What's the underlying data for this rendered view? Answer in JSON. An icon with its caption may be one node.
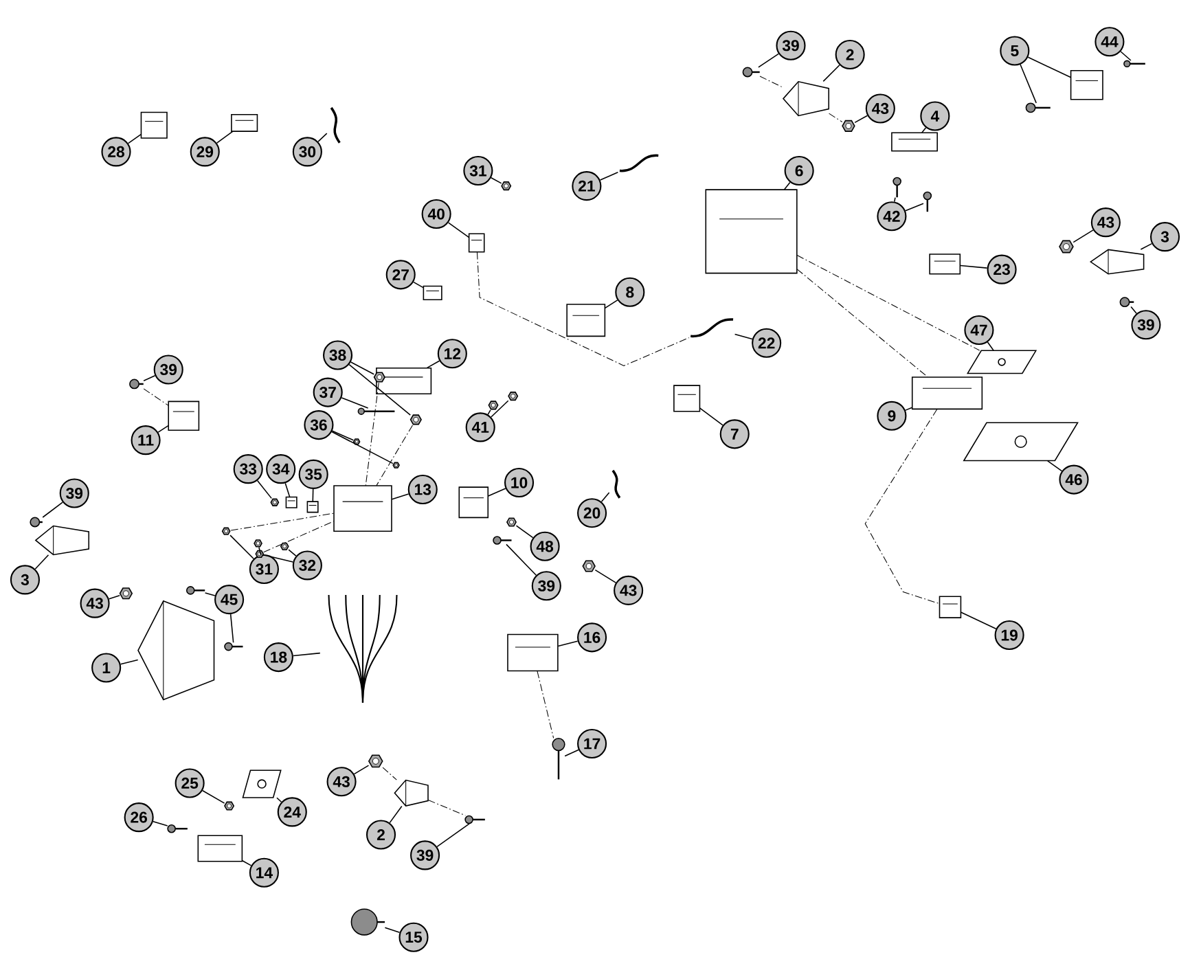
{
  "diagram": {
    "nodes": [
      {
        "text": [
          "39"
        ]
      },
      {
        "text": [],
        "shape": "picture"
      },
      {
        "text": [
          "2"
        ]
      },
      {
        "text": [],
        "shape": "picture"
      },
      {
        "text": [
          "5"
        ]
      },
      {
        "text": [],
        "shape": "picture"
      },
      {
        "text": [],
        "shape": "picture"
      },
      {
        "text": [
          "44"
        ]
      },
      {
        "text": [],
        "shape": "picture"
      },
      {
        "text": [
          "43"
        ]
      },
      {
        "text": [],
        "shape": "picture"
      },
      {
        "text": [
          "4"
        ]
      },
      {
        "text": [],
        "shape": "picture"
      },
      {
        "text": [
          "28"
        ]
      },
      {
        "text": [],
        "shape": "picture"
      },
      {
        "text": [
          "29"
        ]
      },
      {
        "text": [],
        "shape": "picture"
      },
      {
        "text": [
          "30"
        ]
      },
      {
        "text": [],
        "shape": "picture"
      },
      {
        "text": [
          "31"
        ]
      },
      {
        "text": [],
        "shape": "picture"
      },
      {
        "text": [
          "21"
        ]
      },
      {
        "text": [],
        "shape": "picture"
      },
      {
        "text": [
          "6"
        ]
      },
      {
        "text": [],
        "shape": "picture"
      },
      {
        "text": [
          "42"
        ]
      },
      {
        "text": [],
        "shape": "picture"
      },
      {
        "text": [],
        "shape": "picture"
      },
      {
        "text": [
          "43"
        ]
      },
      {
        "text": [],
        "shape": "picture"
      },
      {
        "text": [
          "3"
        ]
      },
      {
        "text": [],
        "shape": "picture"
      },
      {
        "text": [
          "40"
        ]
      },
      {
        "text": [],
        "shape": "picture"
      },
      {
        "text": [
          "23"
        ]
      },
      {
        "text": [],
        "shape": "picture"
      },
      {
        "text": [
          "27"
        ]
      },
      {
        "text": [],
        "shape": "picture"
      },
      {
        "text": [
          "8"
        ]
      },
      {
        "text": [],
        "shape": "picture"
      },
      {
        "text": [
          "39"
        ]
      },
      {
        "text": [],
        "shape": "picture"
      },
      {
        "text": [
          "47"
        ]
      },
      {
        "text": [],
        "shape": "picture"
      },
      {
        "text": [
          "22"
        ]
      },
      {
        "text": [],
        "shape": "picture"
      },
      {
        "text": [
          "12"
        ]
      },
      {
        "text": [],
        "shape": "picture"
      },
      {
        "text": [
          "38"
        ]
      },
      {
        "text": [],
        "shape": "picture"
      },
      {
        "text": [],
        "shape": "picture"
      },
      {
        "text": [
          "39"
        ]
      },
      {
        "text": [],
        "shape": "picture"
      },
      {
        "text": [
          "37"
        ]
      },
      {
        "text": [],
        "shape": "picture"
      },
      {
        "text": [
          "9"
        ]
      },
      {
        "text": [],
        "shape": "picture"
      },
      {
        "text": [
          "36"
        ]
      },
      {
        "text": [],
        "shape": "picture"
      },
      {
        "text": [],
        "shape": "picture"
      },
      {
        "text": [
          "41"
        ]
      },
      {
        "text": [],
        "shape": "picture"
      },
      {
        "text": [],
        "shape": "picture"
      },
      {
        "text": [
          "7"
        ]
      },
      {
        "text": [],
        "shape": "picture"
      },
      {
        "text": [
          "11"
        ]
      },
      {
        "text": [],
        "shape": "picture"
      },
      {
        "text": [
          "33"
        ]
      },
      {
        "text": [],
        "shape": "picture"
      },
      {
        "text": [
          "34"
        ]
      },
      {
        "text": [],
        "shape": "picture"
      },
      {
        "text": [
          "35"
        ]
      },
      {
        "text": [],
        "shape": "picture"
      },
      {
        "text": [
          "46"
        ]
      },
      {
        "text": [],
        "shape": "picture"
      },
      {
        "text": [
          "10"
        ]
      },
      {
        "text": [],
        "shape": "picture"
      },
      {
        "text": [
          "13"
        ]
      },
      {
        "text": [],
        "shape": "picture"
      },
      {
        "text": [
          "39"
        ]
      },
      {
        "text": [],
        "shape": "picture"
      },
      {
        "text": [
          "20"
        ]
      },
      {
        "text": [],
        "shape": "picture"
      },
      {
        "text": [
          "48"
        ]
      },
      {
        "text": [],
        "shape": "picture"
      },
      {
        "text": [
          "31"
        ]
      },
      {
        "text": [],
        "shape": "picture"
      },
      {
        "text": [],
        "shape": "picture"
      },
      {
        "text": [
          "32"
        ]
      },
      {
        "text": [],
        "shape": "picture"
      },
      {
        "text": [],
        "shape": "picture"
      },
      {
        "text": [
          "3"
        ]
      },
      {
        "text": [],
        "shape": "picture"
      },
      {
        "text": [
          "39"
        ]
      },
      {
        "text": [],
        "shape": "picture"
      },
      {
        "text": [
          "43"
        ]
      },
      {
        "text": [],
        "shape": "picture"
      },
      {
        "text": [
          "43"
        ]
      },
      {
        "text": [],
        "shape": "picture"
      },
      {
        "text": [
          "45"
        ]
      },
      {
        "text": [],
        "shape": "picture"
      },
      {
        "text": [],
        "shape": "picture"
      },
      {
        "text": [
          "19"
        ]
      },
      {
        "text": [],
        "shape": "picture"
      },
      {
        "text": [
          "16"
        ]
      },
      {
        "text": [],
        "shape": "picture"
      },
      {
        "text": [
          "18"
        ]
      },
      {
        "text": [],
        "shape": "picture"
      },
      {
        "text": [
          "1"
        ]
      },
      {
        "text": [],
        "shape": "picture"
      },
      {
        "text": [
          "17"
        ]
      },
      {
        "text": [],
        "shape": "picture"
      },
      {
        "text": [
          "43"
        ]
      },
      {
        "text": [],
        "shape": "picture"
      },
      {
        "text": [
          "25"
        ]
      },
      {
        "text": [],
        "shape": "picture"
      },
      {
        "text": [
          "24"
        ]
      },
      {
        "text": [],
        "shape": "picture"
      },
      {
        "text": [
          "26"
        ]
      },
      {
        "text": [],
        "shape": "picture"
      },
      {
        "text": [
          "2"
        ]
      },
      {
        "text": [],
        "shape": "picture"
      },
      {
        "text": [
          "39"
        ]
      },
      {
        "text": [],
        "shape": "picture"
      },
      {
        "text": [
          "14"
        ]
      },
      {
        "text": [],
        "shape": "picture"
      },
      {
        "text": [
          "15"
        ]
      },
      {
        "text": [],
        "shape": "picture"
      }
    ],
    "edges": [
      {
        "from": 0,
        "to": 1,
        "arrow": "none"
      },
      {
        "from": 2,
        "to": 3,
        "arrow": "none"
      },
      {
        "from": 4,
        "to": 5,
        "arrow": "none"
      },
      {
        "from": 4,
        "to": 6,
        "arrow": "none"
      },
      {
        "from": 7,
        "to": 8,
        "arrow": "none"
      },
      {
        "from": 9,
        "to": 10,
        "arrow": "none"
      },
      {
        "from": 11,
        "to": 12,
        "arrow": "none"
      },
      {
        "from": 13,
        "to": 14,
        "arrow": "none"
      },
      {
        "from": 15,
        "to": 16,
        "arrow": "none"
      },
      {
        "from": 17,
        "to": 18,
        "arrow": "none"
      },
      {
        "from": 19,
        "to": 20,
        "arrow": "none"
      },
      {
        "from": 21,
        "to": 22,
        "arrow": "none"
      },
      {
        "from": 23,
        "to": 24,
        "arrow": "none"
      },
      {
        "from": 25,
        "to": 26,
        "arrow": "none"
      },
      {
        "from": 25,
        "to": 27,
        "arrow": "none"
      },
      {
        "from": 28,
        "to": 29,
        "arrow": "none"
      },
      {
        "from": 30,
        "to": 31,
        "arrow": "none"
      },
      {
        "from": 32,
        "to": 33,
        "arrow": "none"
      },
      {
        "from": 34,
        "to": 35,
        "arrow": "none"
      },
      {
        "from": 36,
        "to": 37,
        "arrow": "none"
      },
      {
        "from": 38,
        "to": 39,
        "arrow": "none"
      },
      {
        "from": 40,
        "to": 41,
        "arrow": "none"
      },
      {
        "from": 42,
        "to": 43,
        "arrow": "none"
      },
      {
        "from": 44,
        "to": 45,
        "arrow": "none"
      },
      {
        "from": 46,
        "to": 47,
        "arrow": "none"
      },
      {
        "from": 48,
        "to": 49,
        "arrow": "none"
      },
      {
        "from": 48,
        "to": 50,
        "arrow": "none"
      },
      {
        "from": 51,
        "to": 52,
        "arrow": "none"
      },
      {
        "from": 53,
        "to": 54,
        "arrow": "none"
      },
      {
        "from": 55,
        "to": 56,
        "arrow": "none"
      },
      {
        "from": 57,
        "to": 58,
        "arrow": "none"
      },
      {
        "from": 57,
        "to": 59,
        "arrow": "none"
      },
      {
        "from": 60,
        "to": 61,
        "arrow": "none"
      },
      {
        "from": 60,
        "to": 62,
        "arrow": "none"
      },
      {
        "from": 63,
        "to": 64,
        "arrow": "none"
      },
      {
        "from": 65,
        "to": 66,
        "arrow": "none"
      },
      {
        "from": 67,
        "to": 68,
        "arrow": "none"
      },
      {
        "from": 69,
        "to": 70,
        "arrow": "none"
      },
      {
        "from": 71,
        "to": 72,
        "arrow": "none"
      },
      {
        "from": 73,
        "to": 74,
        "arrow": "none"
      },
      {
        "from": 75,
        "to": 76,
        "arrow": "none"
      },
      {
        "from": 77,
        "to": 78,
        "arrow": "none"
      },
      {
        "from": 79,
        "to": 80,
        "arrow": "none"
      },
      {
        "from": 81,
        "to": 82,
        "arrow": "none"
      },
      {
        "from": 83,
        "to": 84,
        "arrow": "none"
      },
      {
        "from": 85,
        "to": 86,
        "arrow": "none"
      },
      {
        "from": 85,
        "to": 87,
        "arrow": "none"
      },
      {
        "from": 88,
        "to": 89,
        "arrow": "none"
      },
      {
        "from": 88,
        "to": 90,
        "arrow": "none"
      },
      {
        "from": 91,
        "to": 92,
        "arrow": "none"
      },
      {
        "from": 93,
        "to": 94,
        "arrow": "none"
      },
      {
        "from": 95,
        "to": 96,
        "arrow": "none"
      },
      {
        "from": 97,
        "to": 98,
        "arrow": "none"
      },
      {
        "from": 99,
        "to": 100,
        "arrow": "none"
      },
      {
        "from": 99,
        "to": 101,
        "arrow": "none"
      },
      {
        "from": 102,
        "to": 103,
        "arrow": "none"
      },
      {
        "from": 104,
        "to": 105,
        "arrow": "none"
      },
      {
        "from": 106,
        "to": 107,
        "arrow": "none"
      },
      {
        "from": 108,
        "to": 109,
        "arrow": "none"
      },
      {
        "from": 110,
        "to": 111,
        "arrow": "none"
      },
      {
        "from": 112,
        "to": 113,
        "arrow": "none"
      },
      {
        "from": 114,
        "to": 115,
        "arrow": "none"
      },
      {
        "from": 116,
        "to": 117,
        "arrow": "none"
      },
      {
        "from": 118,
        "to": 119,
        "arrow": "none"
      },
      {
        "from": 120,
        "to": 121,
        "arrow": "none"
      },
      {
        "from": 122,
        "to": 123,
        "arrow": "none"
      },
      {
        "from": 124,
        "to": 125,
        "arrow": "none"
      },
      {
        "from": 126,
        "to": 127,
        "arrow": "none"
      },
      {
        "from": 33,
        "to": 45,
        "arrow": "none",
        "style": "dashed"
      },
      {
        "from": 24,
        "to": 56,
        "arrow": "none",
        "style": "dashed"
      },
      {
        "from": 24,
        "to": 43,
        "arrow": "none",
        "style": "dashed"
      },
      {
        "from": 56,
        "to": 103,
        "arrow": "none",
        "style": "dashed"
      },
      {
        "from": 3,
        "to": 10,
        "arrow": "none",
        "style": "dashed"
      },
      {
        "from": 1,
        "to": 3,
        "arrow": "none",
        "style": "dashed"
      },
      {
        "from": 49,
        "to": 78,
        "arrow": "none",
        "style": "dashed"
      },
      {
        "from": 50,
        "to": 78,
        "arrow": "none",
        "style": "dashed"
      },
      {
        "from": 86,
        "to": 78,
        "arrow": "none",
        "style": "dashed"
      },
      {
        "from": 89,
        "to": 78,
        "arrow": "none",
        "style": "dashed"
      },
      {
        "from": 52,
        "to": 66,
        "arrow": "none",
        "style": "dashed"
      },
      {
        "from": 105,
        "to": 111,
        "arrow": "none",
        "style": "dashed"
      },
      {
        "from": 113,
        "to": 121,
        "arrow": "none",
        "style": "dashed"
      },
      {
        "from": 121,
        "to": 123,
        "arrow": "none",
        "style": "dashed"
      }
    ]
  }
}
